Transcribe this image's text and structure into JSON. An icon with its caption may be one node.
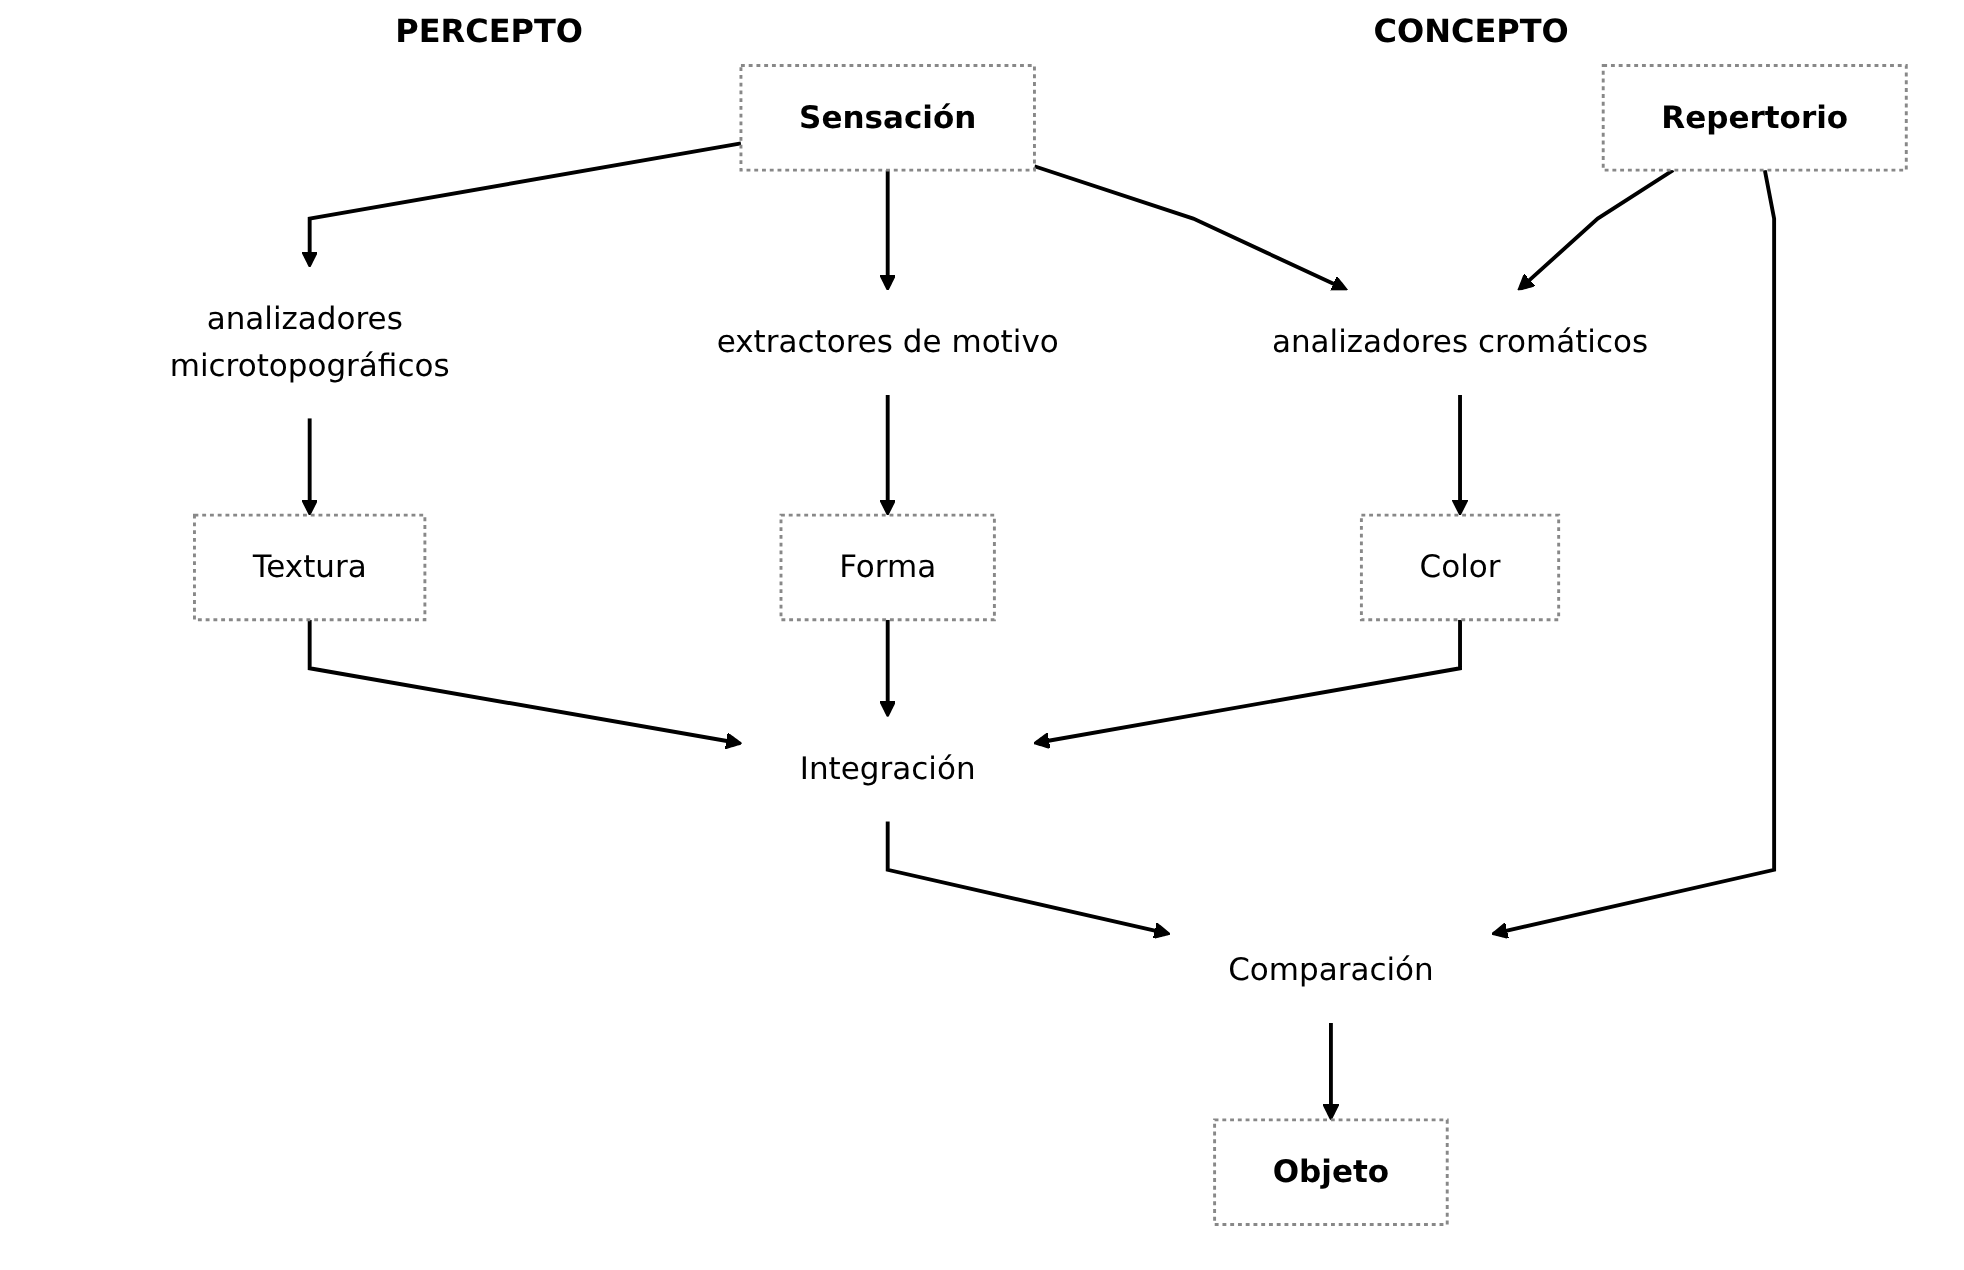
{
  "diagram": {
    "nodes": [
      {
        "text": [
          "Sensación"
        ]
      },
      {
        "text": [
          "Repertorio"
        ]
      },
      {
        "text": [
          "analizadores microtopográficos"
        ]
      },
      {
        "text": [
          "extractores de motivo"
        ]
      },
      {
        "text": [
          "analizadores cromáticos"
        ]
      },
      {
        "text": [
          "Textura"
        ]
      },
      {
        "text": [
          "Forma"
        ]
      },
      {
        "text": [
          "Color"
        ]
      },
      {
        "text": [
          "Integración"
        ]
      },
      {
        "text": [
          "Comparación"
        ]
      },
      {
        "text": [
          "Objeto"
        ]
      }
    ],
    "edges": [
      {
        "from": 0,
        "to": 2,
        "arrow": "to"
      },
      {
        "from": 0,
        "to": 3,
        "arrow": "to"
      },
      {
        "from": 0,
        "to": 4,
        "arrow": "to"
      },
      {
        "from": 2,
        "to": 5,
        "arrow": "to"
      },
      {
        "from": 3,
        "to": 6,
        "arrow": "to"
      },
      {
        "from": 4,
        "to": 7,
        "arrow": "to"
      },
      {
        "from": 5,
        "to": 8,
        "arrow": "to"
      },
      {
        "from": 6,
        "to": 8,
        "arrow": "to"
      },
      {
        "from": 7,
        "to": 8,
        "arrow": "to"
      },
      {
        "from": 1,
        "to": 4,
        "arrow": "to"
      },
      {
        "from": 8,
        "to": 9,
        "arrow": "to"
      },
      {
        "from": 1,
        "to": 9,
        "arrow": "to"
      },
      {
        "from": 9,
        "to": 10,
        "arrow": "to"
      }
    ],
    "labels": [
      "PERCEPTO",
      "CONCEPTO"
    ]
  }
}
